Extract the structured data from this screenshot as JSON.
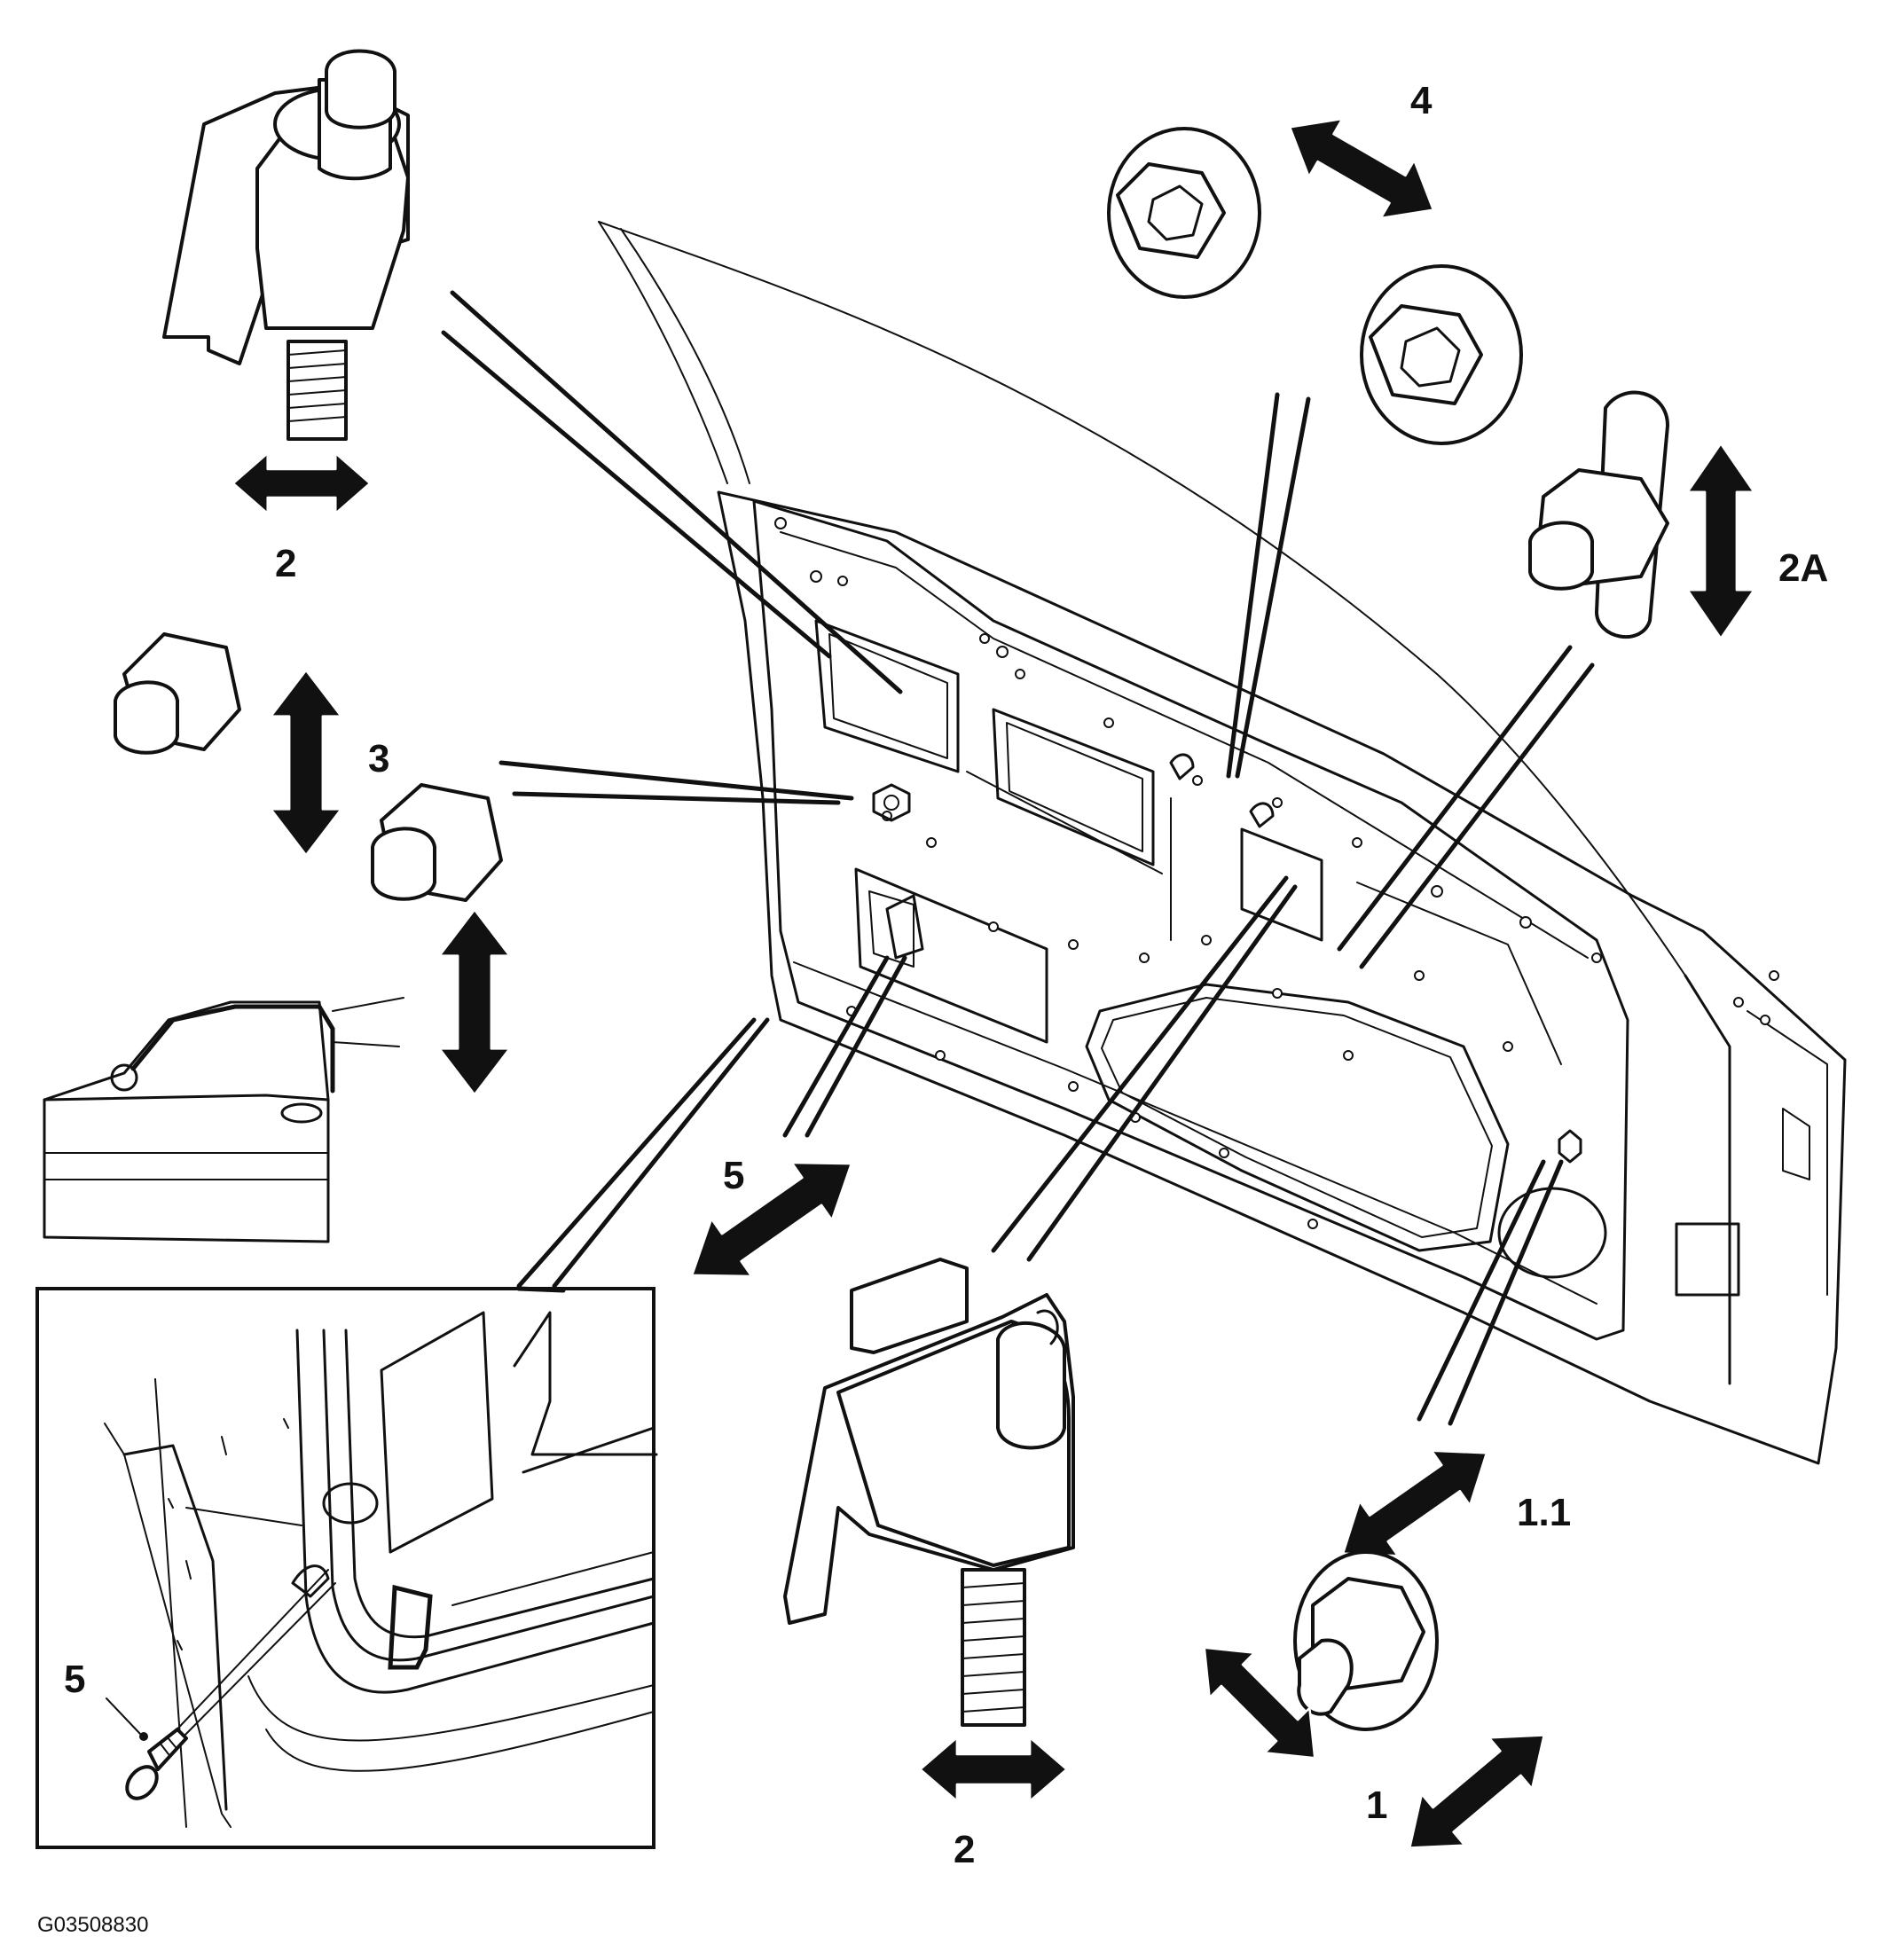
{
  "callouts": {
    "c_2_top": "2",
    "c_4": "4",
    "c_2a": "2A",
    "c_3": "3",
    "c_5_main": "5",
    "c_1_1": "1.1",
    "c_2_bottom": "2",
    "c_1": "1",
    "c_5_inset": "5"
  },
  "figure_id": "G03508830"
}
